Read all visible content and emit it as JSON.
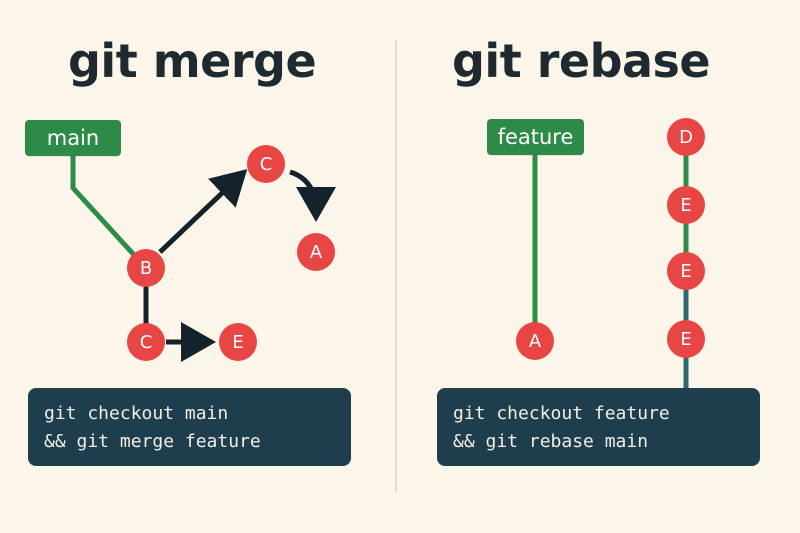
{
  "merge": {
    "title": "git merge",
    "branch_label": "main",
    "nodes": {
      "b": "B",
      "c_top": "C",
      "a": "A",
      "c_bottom": "C",
      "e": "E"
    },
    "command": {
      "line1": "git checkout main",
      "line2": "&& git merge feature"
    }
  },
  "rebase": {
    "title": "git rebase",
    "branch_label": "feature",
    "nodes": {
      "a": "A",
      "d": "D",
      "e1": "E",
      "e2": "E",
      "e3": "E"
    },
    "command": {
      "line1": "git checkout feature",
      "line2": "&& git rebase main"
    }
  },
  "colors": {
    "background": "#fbf6e9",
    "branch_green": "#2e8b47",
    "node_red": "#e84545",
    "arrow_dark": "#14232b",
    "rebase_line_teal": "#2a6a70",
    "command_box": "#1e3d4d"
  }
}
